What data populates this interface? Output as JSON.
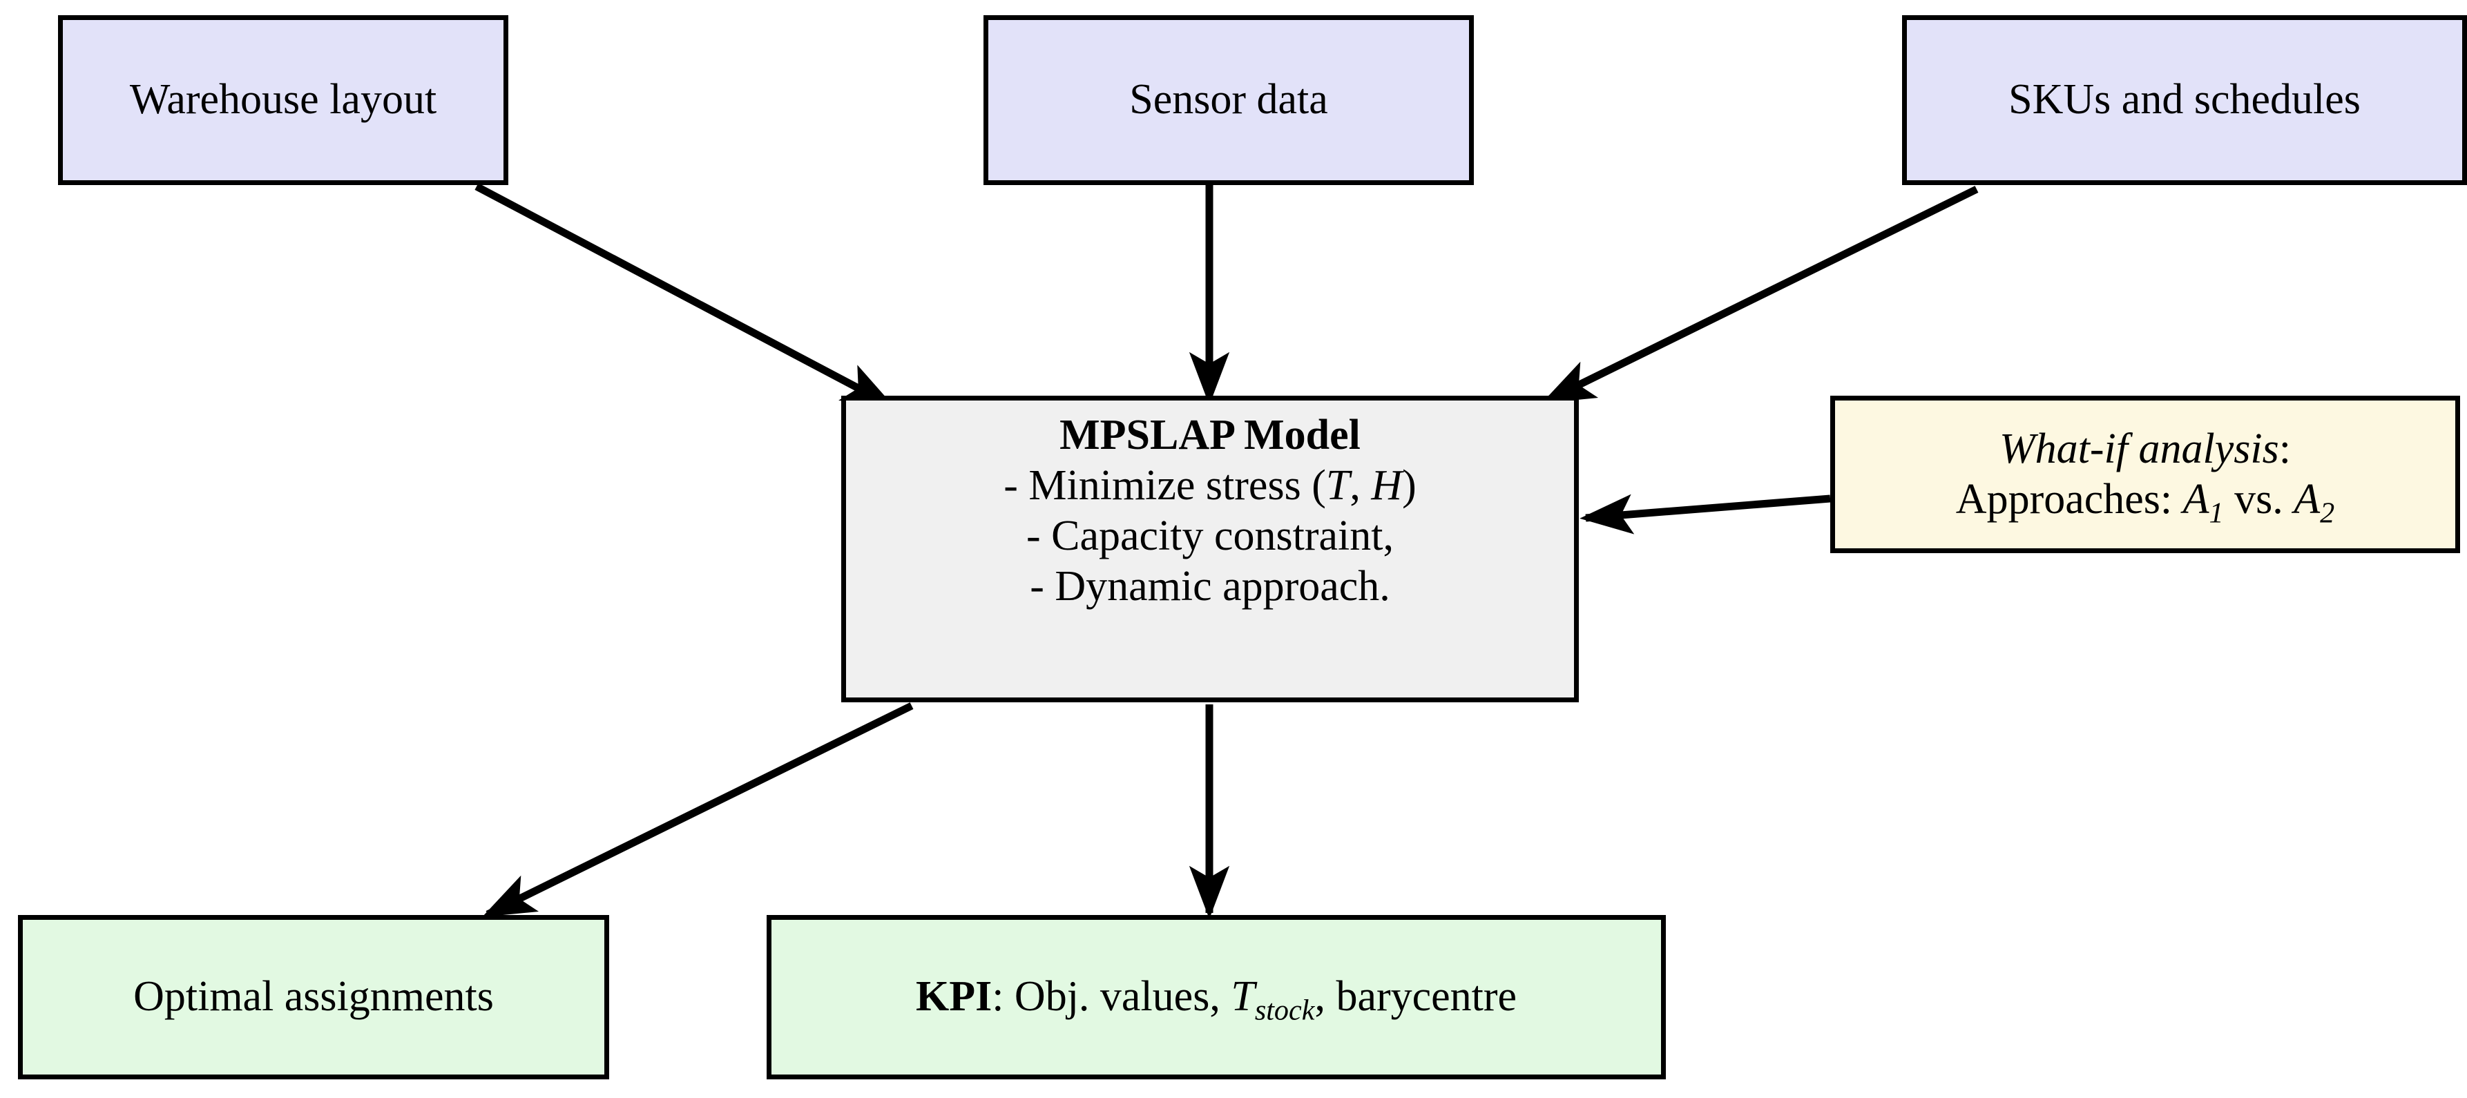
{
  "diagram": {
    "type": "flowchart",
    "background_color": "#ffffff",
    "edge_color": "#000000",
    "palette": {
      "input_fill": "#e2e2f9",
      "model_fill": "#f0f0f0",
      "whatif_fill": "#fdf8e1",
      "output_fill": "#e2f9e2",
      "border": "#000000"
    },
    "nodes": {
      "warehouse_layout": {
        "label": "Warehouse layout",
        "role": "input",
        "fill": "#e2e2f9"
      },
      "sensor_data": {
        "label": "Sensor data",
        "role": "input",
        "fill": "#e2e2f9"
      },
      "skus_and_schedules": {
        "label": "SKUs and schedules",
        "role": "input",
        "fill": "#e2e2f9"
      },
      "mpslap_model": {
        "role": "process",
        "fill": "#f0f0f0",
        "title": "MPSLAP Model",
        "bullets": [
          "- Minimize stress (T, H)",
          "- Capacity constraint,",
          "- Dynamic approach."
        ],
        "bullet_1_prefix": "- Minimize stress (",
        "bullet_1_var_a": "T",
        "bullet_1_mid": ", ",
        "bullet_1_var_b": "H",
        "bullet_1_suffix": ")",
        "bullet_2": "- Capacity constraint,",
        "bullet_3": "- Dynamic approach."
      },
      "what_if_analysis": {
        "role": "scenario",
        "fill": "#fdf8e1",
        "line1_italic": "What-if analysis",
        "line1_suffix": ":",
        "line2_prefix": "Approaches: ",
        "line2_var_a": "A",
        "line2_sub_a": "1",
        "line2_mid": " vs. ",
        "line2_var_b": "A",
        "line2_sub_b": "2"
      },
      "optimal_assignments": {
        "label": "Optimal assignments",
        "role": "output",
        "fill": "#e2f9e2"
      },
      "kpi": {
        "role": "output",
        "fill": "#e2f9e2",
        "bold_prefix": "KPI",
        "text_mid": ": Obj. values, ",
        "var": "T",
        "var_sub": "stock",
        "text_suffix": ", barycentre"
      }
    },
    "edges": [
      {
        "from": "warehouse_layout",
        "to": "mpslap_model",
        "style": "solid",
        "arrow": "single"
      },
      {
        "from": "sensor_data",
        "to": "mpslap_model",
        "style": "solid",
        "arrow": "single"
      },
      {
        "from": "skus_and_schedules",
        "to": "mpslap_model",
        "style": "solid",
        "arrow": "single"
      },
      {
        "from": "what_if_analysis",
        "to": "mpslap_model",
        "style": "solid",
        "arrow": "single"
      },
      {
        "from": "mpslap_model",
        "to": "optimal_assignments",
        "style": "solid",
        "arrow": "single"
      },
      {
        "from": "mpslap_model",
        "to": "kpi",
        "style": "solid",
        "arrow": "single"
      }
    ]
  }
}
